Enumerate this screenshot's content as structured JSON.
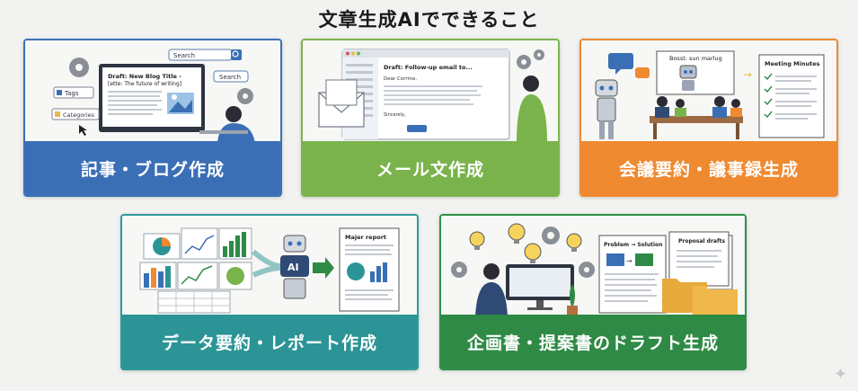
{
  "title": "文章生成AIでできること",
  "cards": [
    {
      "label": "記事・ブログ作成",
      "color": "#3a6fb5",
      "scene": {
        "search_box": "Search",
        "search_button": "Search",
        "draft_title": "Draft: New Blog Title -",
        "draft_subtitle": "[ette: The future of writing]",
        "tag_tags": "Tags",
        "tag_categories": "Categories"
      }
    },
    {
      "label": "メール文作成",
      "color": "#7ab34b",
      "scene": {
        "draft_subject": "Draft: Follow-up email to...",
        "greeting": "Dear Corrme,",
        "signoff": "Sincerely,"
      }
    },
    {
      "label": "会議要約・議事録生成",
      "color": "#ef8a31",
      "scene": {
        "board_title": "Bosst: sun marlug",
        "minutes_title": "Meeting Minutes"
      }
    },
    {
      "label": "データ要約・レポート作成",
      "color": "#2c9496",
      "scene": {
        "ai_label": "AI",
        "report_title": "Majer report"
      }
    },
    {
      "label": "企画書・提案書のドラフト生成",
      "color": "#2e8a45",
      "scene": {
        "problem_solution": "Problem → Solution",
        "proposal_title": "Proposal drafts"
      }
    }
  ]
}
